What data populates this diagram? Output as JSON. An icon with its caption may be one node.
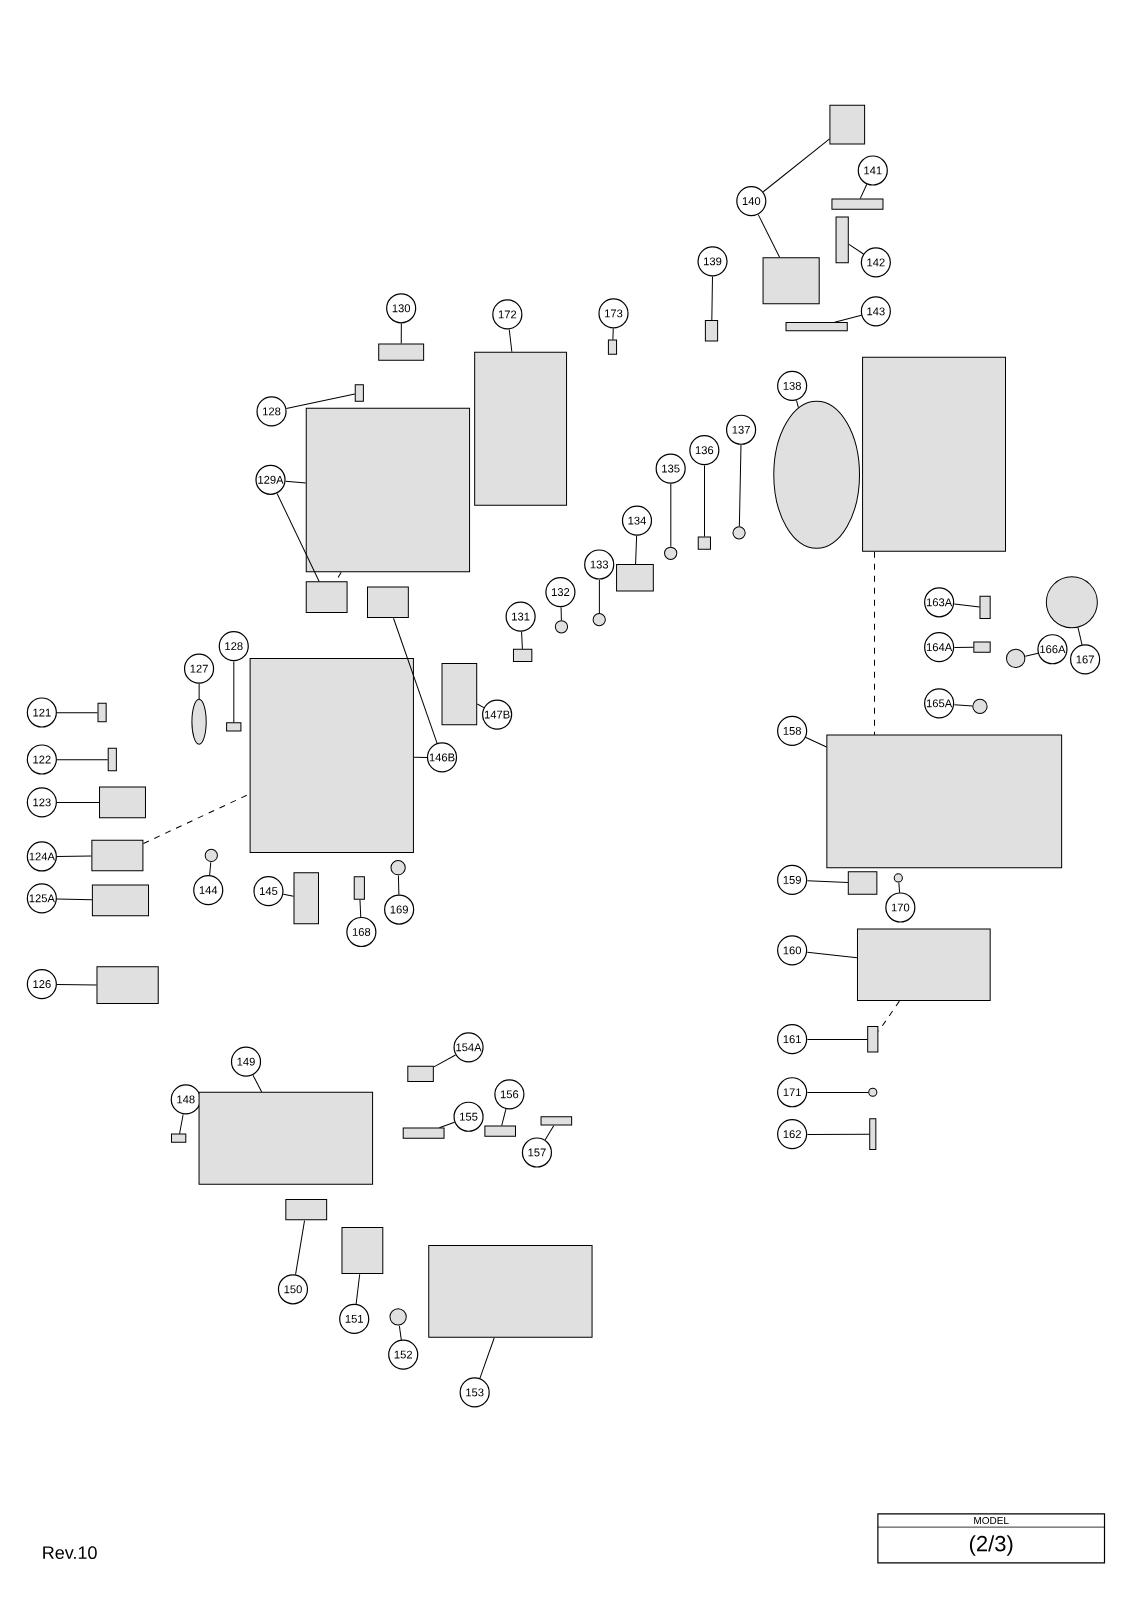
{
  "diagram": {
    "nodes": [
      {
        "text": [
          "121"
        ]
      },
      {
        "text": [
          "122"
        ]
      },
      {
        "text": [
          "123"
        ]
      },
      {
        "text": [
          "124A"
        ]
      },
      {
        "text": [
          "125A"
        ]
      },
      {
        "text": [
          "126"
        ]
      },
      {
        "text": [
          "127"
        ]
      },
      {
        "text": [
          "128"
        ]
      },
      {
        "text": [
          "128"
        ]
      },
      {
        "text": [
          "129A"
        ]
      },
      {
        "text": [
          "130"
        ]
      },
      {
        "text": [
          "131"
        ]
      },
      {
        "text": [
          "132"
        ]
      },
      {
        "text": [
          "133"
        ]
      },
      {
        "text": [
          "134"
        ]
      },
      {
        "text": [
          "135"
        ]
      },
      {
        "text": [
          "136"
        ]
      },
      {
        "text": [
          "137"
        ]
      },
      {
        "text": [
          "138"
        ]
      },
      {
        "text": [
          "139"
        ]
      },
      {
        "text": [
          "140"
        ]
      },
      {
        "text": [
          "141"
        ]
      },
      {
        "text": [
          "142"
        ]
      },
      {
        "text": [
          "143"
        ]
      },
      {
        "text": [
          "144"
        ]
      },
      {
        "text": [
          "145"
        ]
      },
      {
        "text": [
          "146B"
        ]
      },
      {
        "text": [
          "147B"
        ]
      },
      {
        "text": [
          "148"
        ]
      },
      {
        "text": [
          "149"
        ]
      },
      {
        "text": [
          "150"
        ]
      },
      {
        "text": [
          "151"
        ]
      },
      {
        "text": [
          "152"
        ]
      },
      {
        "text": [
          "153"
        ]
      },
      {
        "text": [
          "154A"
        ]
      },
      {
        "text": [
          "155"
        ]
      },
      {
        "text": [
          "156"
        ]
      },
      {
        "text": [
          "157"
        ]
      },
      {
        "text": [
          "158"
        ]
      },
      {
        "text": [
          "159"
        ]
      },
      {
        "text": [
          "160"
        ]
      },
      {
        "text": [
          "161"
        ]
      },
      {
        "text": [
          "162"
        ]
      },
      {
        "text": [
          "163A"
        ]
      },
      {
        "text": [
          "164A"
        ]
      },
      {
        "text": [
          "165A"
        ]
      },
      {
        "text": [
          "166A"
        ]
      },
      {
        "text": [
          "167"
        ]
      },
      {
        "text": [
          "168"
        ]
      },
      {
        "text": [
          "169"
        ]
      },
      {
        "text": [
          "170"
        ]
      },
      {
        "text": [
          "171"
        ]
      },
      {
        "text": [
          "172"
        ]
      },
      {
        "text": [
          "173"
        ]
      },
      {
        "text": [],
        "shape": "bar"
      },
      {
        "text": [],
        "shape": "bar"
      },
      {
        "text": [],
        "shape": "box"
      },
      {
        "text": [],
        "shape": "box"
      },
      {
        "text": [],
        "shape": "box"
      },
      {
        "text": [],
        "shape": "box"
      },
      {
        "text": [],
        "shape": "ellipse"
      },
      {
        "text": [],
        "shape": "bar"
      },
      {
        "text": [],
        "shape": "bar"
      },
      {
        "text": [],
        "shape": "box"
      },
      {
        "text": [],
        "shape": "box"
      },
      {
        "text": [],
        "shape": "box"
      },
      {
        "text": [],
        "shape": "bar"
      },
      {
        "text": [],
        "shape": "circle"
      },
      {
        "text": [],
        "shape": "circle"
      },
      {
        "text": [],
        "shape": "box"
      },
      {
        "text": [],
        "shape": "circle"
      },
      {
        "text": [],
        "shape": "box"
      },
      {
        "text": [],
        "shape": "circle"
      },
      {
        "text": [],
        "shape": "ellipse"
      },
      {
        "text": [],
        "shape": "bar"
      },
      {
        "text": [],
        "shape": "box"
      },
      {
        "text": [],
        "shape": "box"
      },
      {
        "text": [],
        "shape": "bar"
      },
      {
        "text": [],
        "shape": "bar"
      },
      {
        "text": [],
        "shape": "bar"
      },
      {
        "text": [],
        "shape": "circle"
      },
      {
        "text": [],
        "shape": "box"
      },
      {
        "text": [],
        "shape": "box"
      },
      {
        "text": [],
        "shape": "box"
      },
      {
        "text": [],
        "shape": "box"
      },
      {
        "text": [],
        "shape": "bar"
      },
      {
        "text": [],
        "shape": "box"
      },
      {
        "text": [],
        "shape": "box"
      },
      {
        "text": [],
        "shape": "box"
      },
      {
        "text": [],
        "shape": "circle"
      },
      {
        "text": [],
        "shape": "box"
      },
      {
        "text": [],
        "shape": "box"
      },
      {
        "text": [],
        "shape": "bar"
      },
      {
        "text": [],
        "shape": "bar"
      },
      {
        "text": [],
        "shape": "bar"
      },
      {
        "text": [],
        "shape": "box"
      },
      {
        "text": [],
        "shape": "box"
      },
      {
        "text": [],
        "shape": "box"
      },
      {
        "text": [],
        "shape": "bar"
      },
      {
        "text": [],
        "shape": "bar"
      },
      {
        "text": [],
        "shape": "bar"
      },
      {
        "text": [],
        "shape": "bar"
      },
      {
        "text": [],
        "shape": "circle"
      },
      {
        "text": [],
        "shape": "circle"
      },
      {
        "text": [],
        "shape": "circle"
      },
      {
        "text": [],
        "shape": "bar"
      },
      {
        "text": [],
        "shape": "circle"
      },
      {
        "text": [],
        "shape": "circle"
      },
      {
        "text": [],
        "shape": "circle"
      },
      {
        "text": [],
        "shape": "box"
      },
      {
        "text": [],
        "shape": "bar"
      },
      {
        "text": [],
        "shape": "box"
      }
    ],
    "edges": [
      {
        "from": 0,
        "to": 54,
        "arrow": "none"
      },
      {
        "from": 1,
        "to": 55,
        "arrow": "none"
      },
      {
        "from": 2,
        "to": 56,
        "arrow": "none"
      },
      {
        "from": 3,
        "to": 57,
        "arrow": "none"
      },
      {
        "from": 4,
        "to": 58,
        "arrow": "none"
      },
      {
        "from": 5,
        "to": 59,
        "arrow": "none"
      },
      {
        "from": 6,
        "to": 60,
        "arrow": "none"
      },
      {
        "from": 7,
        "to": 61,
        "arrow": "none"
      },
      {
        "from": 8,
        "to": 62,
        "arrow": "none"
      },
      {
        "from": 9,
        "to": 63,
        "arrow": "none"
      },
      {
        "from": 9,
        "to": 64,
        "arrow": "none"
      },
      {
        "from": 10,
        "to": 65,
        "arrow": "none"
      },
      {
        "from": 11,
        "to": 66,
        "arrow": "none"
      },
      {
        "from": 12,
        "to": 67,
        "arrow": "none"
      },
      {
        "from": 13,
        "to": 68,
        "arrow": "none"
      },
      {
        "from": 14,
        "to": 69,
        "arrow": "none"
      },
      {
        "from": 15,
        "to": 70,
        "arrow": "none"
      },
      {
        "from": 16,
        "to": 71,
        "arrow": "none"
      },
      {
        "from": 17,
        "to": 72,
        "arrow": "none"
      },
      {
        "from": 18,
        "to": 73,
        "arrow": "none"
      },
      {
        "from": 19,
        "to": 74,
        "arrow": "none"
      },
      {
        "from": 20,
        "to": 75,
        "arrow": "none"
      },
      {
        "from": 20,
        "to": 76,
        "arrow": "none"
      },
      {
        "from": 21,
        "to": 77,
        "arrow": "none"
      },
      {
        "from": 22,
        "to": 78,
        "arrow": "none"
      },
      {
        "from": 23,
        "to": 79,
        "arrow": "none"
      },
      {
        "from": 24,
        "to": 80,
        "arrow": "none"
      },
      {
        "from": 25,
        "to": 81,
        "arrow": "none"
      },
      {
        "from": 26,
        "to": 82,
        "arrow": "none"
      },
      {
        "from": 26,
        "to": 83,
        "arrow": "none"
      },
      {
        "from": 27,
        "to": 84,
        "arrow": "none"
      },
      {
        "from": 28,
        "to": 85,
        "arrow": "none"
      },
      {
        "from": 29,
        "to": 86,
        "arrow": "none"
      },
      {
        "from": 30,
        "to": 87,
        "arrow": "none"
      },
      {
        "from": 31,
        "to": 88,
        "arrow": "none"
      },
      {
        "from": 32,
        "to": 89,
        "arrow": "none"
      },
      {
        "from": 33,
        "to": 90,
        "arrow": "none"
      },
      {
        "from": 34,
        "to": 91,
        "arrow": "none"
      },
      {
        "from": 35,
        "to": 92,
        "arrow": "none"
      },
      {
        "from": 36,
        "to": 93,
        "arrow": "none"
      },
      {
        "from": 37,
        "to": 94,
        "arrow": "none"
      },
      {
        "from": 38,
        "to": 95,
        "arrow": "none"
      },
      {
        "from": 39,
        "to": 96,
        "arrow": "none"
      },
      {
        "from": 40,
        "to": 97,
        "arrow": "none"
      },
      {
        "from": 41,
        "to": 98,
        "arrow": "none"
      },
      {
        "from": 42,
        "to": 99,
        "arrow": "none"
      },
      {
        "from": 43,
        "to": 100,
        "arrow": "none"
      },
      {
        "from": 44,
        "to": 101,
        "arrow": "none"
      },
      {
        "from": 45,
        "to": 102,
        "arrow": "none"
      },
      {
        "from": 46,
        "to": 103,
        "arrow": "none"
      },
      {
        "from": 47,
        "to": 104,
        "arrow": "none"
      },
      {
        "from": 48,
        "to": 105,
        "arrow": "none"
      },
      {
        "from": 49,
        "to": 106,
        "arrow": "none"
      },
      {
        "from": 50,
        "to": 107,
        "arrow": "none"
      },
      {
        "from": 51,
        "to": 108,
        "arrow": "none"
      },
      {
        "from": 52,
        "to": 109,
        "arrow": "none"
      },
      {
        "from": 53,
        "to": 110,
        "arrow": "none"
      },
      {
        "from": 57,
        "to": 83,
        "arrow": "none",
        "style": "dashed"
      },
      {
        "from": 63,
        "to": 64,
        "arrow": "none",
        "style": "dashed"
      },
      {
        "from": 111,
        "to": 95,
        "arrow": "none",
        "style": "dashed"
      },
      {
        "from": 97,
        "to": 98,
        "arrow": "none",
        "style": "dashed"
      }
    ],
    "labels": [
      "Rev.10",
      "MODEL",
      "(2/3)"
    ]
  }
}
